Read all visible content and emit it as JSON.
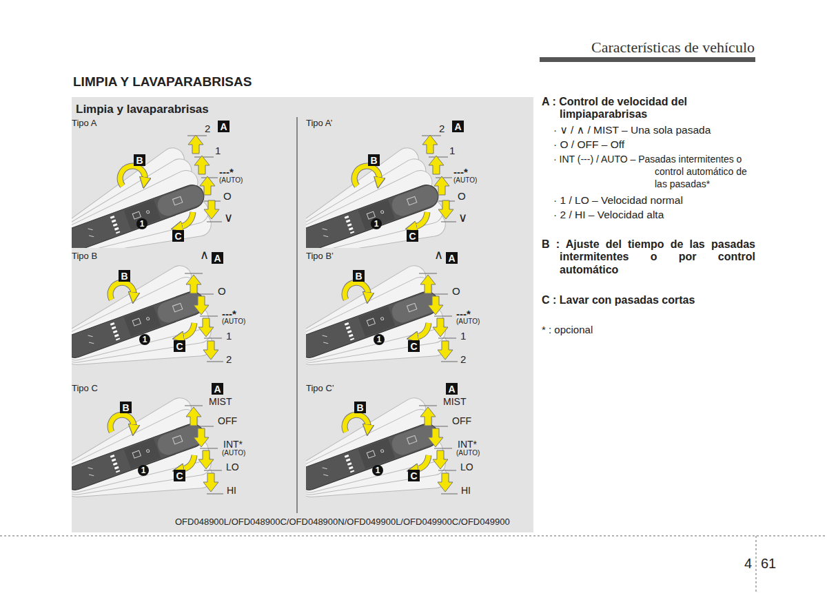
{
  "diagram": {
    "title": "LIMPIA Y LAVAPARABRISAS",
    "nodes": [
      {
        "text": [
          "Limpia y lavaparabrisas"
        ]
      },
      {
        "text": [
          "A"
        ],
        "in": 0
      },
      {
        "text": [
          "B"
        ],
        "in": 0
      },
      {
        "text": [
          "C"
        ],
        "in": 0
      },
      {
        "text": [
          "1"
        ],
        "in": 0
      },
      {
        "text": [
          "A"
        ],
        "in": 0
      },
      {
        "text": [
          "B"
        ],
        "in": 0
      },
      {
        "text": [
          "C"
        ],
        "in": 0
      },
      {
        "text": [
          "1"
        ],
        "in": 0
      },
      {
        "text": [
          "A"
        ],
        "in": 0
      },
      {
        "text": [
          "B"
        ],
        "in": 0
      },
      {
        "text": [
          "C"
        ],
        "in": 0
      },
      {
        "text": [
          "1"
        ],
        "in": 0
      },
      {
        "text": [
          "A"
        ],
        "in": 0
      },
      {
        "text": [
          "B"
        ],
        "in": 0
      },
      {
        "text": [
          "C"
        ],
        "in": 0
      },
      {
        "text": [
          "1"
        ],
        "in": 0
      },
      {
        "text": [
          "A"
        ],
        "in": 0
      },
      {
        "text": [
          "B"
        ],
        "in": 0
      },
      {
        "text": [
          "C"
        ],
        "in": 0
      },
      {
        "text": [
          "1"
        ],
        "in": 0
      },
      {
        "text": [
          "A"
        ],
        "in": 0
      },
      {
        "text": [
          "B"
        ],
        "in": 0
      },
      {
        "text": [
          "C"
        ],
        "in": 0
      },
      {
        "text": [
          "1"
        ],
        "in": 0
      }
    ],
    "labels": [
      "Características de vehículo",
      "Tipo A",
      "2",
      "1",
      "---*",
      "(AUTO)",
      "O",
      "∨",
      "Tipo A’",
      "2",
      "1",
      "---*",
      "(AUTO)",
      "O",
      "∨",
      "Tipo B",
      "∧",
      "O",
      "---*",
      "(AUTO)",
      "1",
      "2",
      "Tipo B’",
      "∧",
      "O",
      "---*",
      "(AUTO)",
      "1",
      "2",
      "Tipo C",
      "MIST",
      "OFF",
      "INT*",
      "(AUTO)",
      "LO",
      "HI",
      "Tipo C’",
      "MIST",
      "OFF",
      "INT*",
      "(AUTO)",
      "LO",
      "HI",
      "OFD048900L/OFD048900C/OFD048900N/OFD049900L/OFD049900C/OFD049900",
      "A : Control de velocidad del limpiaparabrisas",
      "· ∨ / ∧ / MIST – Una sola pasada",
      "· O / OFF – Off",
      "· INT (---) / AUTO – Pasadas intermitentes o control automático de las pasadas*",
      "· 1 / LO – Velocidad normal",
      "· 2 / HI – Velocidad alta",
      "B : Ajuste del tiempo de las pasadas intermitentes o por control automático",
      "C : Lavar con pasadas cortas",
      "* : opcional",
      "4",
      "61"
    ]
  }
}
